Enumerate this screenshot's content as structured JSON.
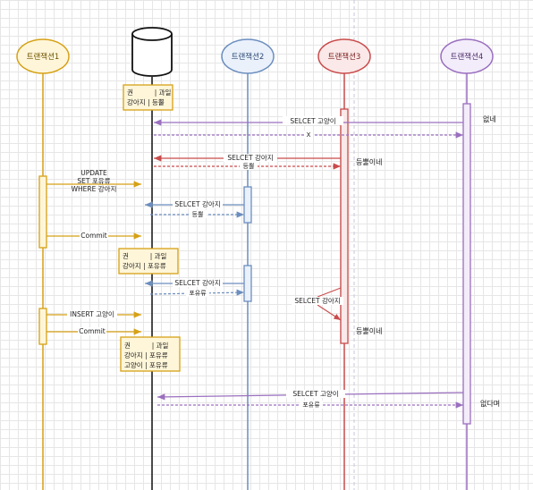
{
  "actors": [
    {
      "id": "t1",
      "label": "트랜잭션1",
      "color": "#d6a116",
      "fill": "#fff6d9"
    },
    {
      "id": "db",
      "label": "",
      "color": "#111111",
      "fill": "#ffffff"
    },
    {
      "id": "t2",
      "label": "트랜잭션2",
      "color": "#6c8ebf",
      "fill": "#eaf1fb"
    },
    {
      "id": "t3",
      "label": "트랜잭션3",
      "color": "#c94b4b",
      "fill": "#fbe8e8"
    },
    {
      "id": "t4",
      "label": "트랜잭션4",
      "color": "#9a6fbf",
      "fill": "#f3ecfa"
    }
  ],
  "tables": [
    {
      "id": "table1",
      "rows": [
        "권          | 과일",
        "강아지 | 등뿔"
      ]
    },
    {
      "id": "table2",
      "rows": [
        "권          | 과일",
        "강아지 | 포유류"
      ]
    },
    {
      "id": "table3",
      "rows": [
        "권          | 과일",
        "강아지 | 포유류",
        "고양이 | 포유류"
      ]
    }
  ],
  "messages": [
    {
      "id": "m1",
      "text": "SELCET 고양이"
    },
    {
      "id": "m2",
      "text": "X"
    },
    {
      "id": "m3",
      "text": "SELCET 강아지"
    },
    {
      "id": "m4",
      "text": "등뿔"
    },
    {
      "id": "m5",
      "text": "UPDATE\nSET 포유류\nWHERE 강아지"
    },
    {
      "id": "m6",
      "text": "SELCET 강아지"
    },
    {
      "id": "m7",
      "text": "등뿔"
    },
    {
      "id": "m8",
      "text": "Commit"
    },
    {
      "id": "m9",
      "text": "SELCET 강아지"
    },
    {
      "id": "m10",
      "text": "포유류"
    },
    {
      "id": "m11",
      "text": "SELCET 강아지"
    },
    {
      "id": "m12",
      "text": "INSERT 고양이"
    },
    {
      "id": "m13",
      "text": "Commit"
    },
    {
      "id": "m14",
      "text": "SELCET 고양이"
    },
    {
      "id": "m15",
      "text": "포유류"
    }
  ],
  "notes": [
    {
      "id": "n1",
      "text": "없네"
    },
    {
      "id": "n2",
      "text": "등뿔이네"
    },
    {
      "id": "n3",
      "text": "등뿔이네"
    },
    {
      "id": "n4",
      "text": "없다며"
    }
  ]
}
